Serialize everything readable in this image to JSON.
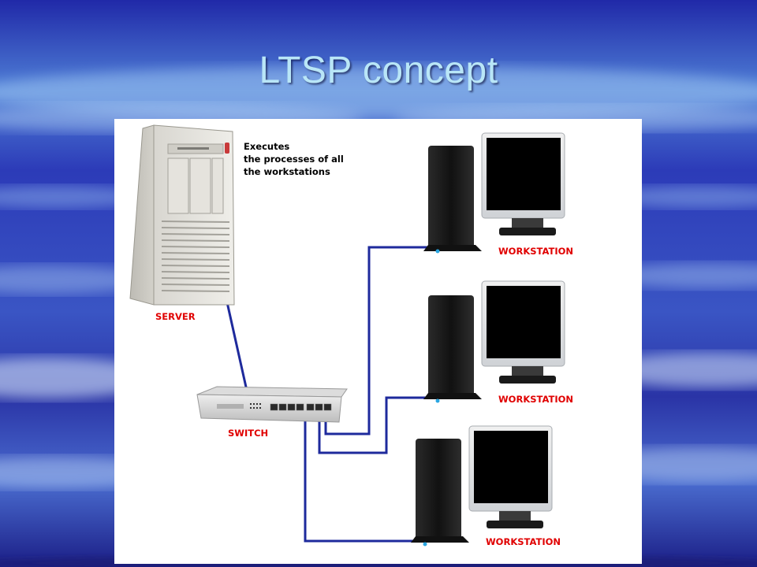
{
  "slide": {
    "title": "LTSP concept"
  },
  "diagram": {
    "server": {
      "label": "SERVER",
      "note": [
        "Executes",
        "the processes of all",
        "the workstations"
      ]
    },
    "switch": {
      "label": "SWITCH"
    },
    "workstations": [
      {
        "label": "WORKSTATION"
      },
      {
        "label": "WORKSTATION"
      },
      {
        "label": "WORKSTATION"
      }
    ],
    "colors": {
      "cable": "#1e2a9c",
      "label": "#e00000",
      "background_top": "#2a2fae",
      "background_bottom": "#1a1c78"
    }
  }
}
